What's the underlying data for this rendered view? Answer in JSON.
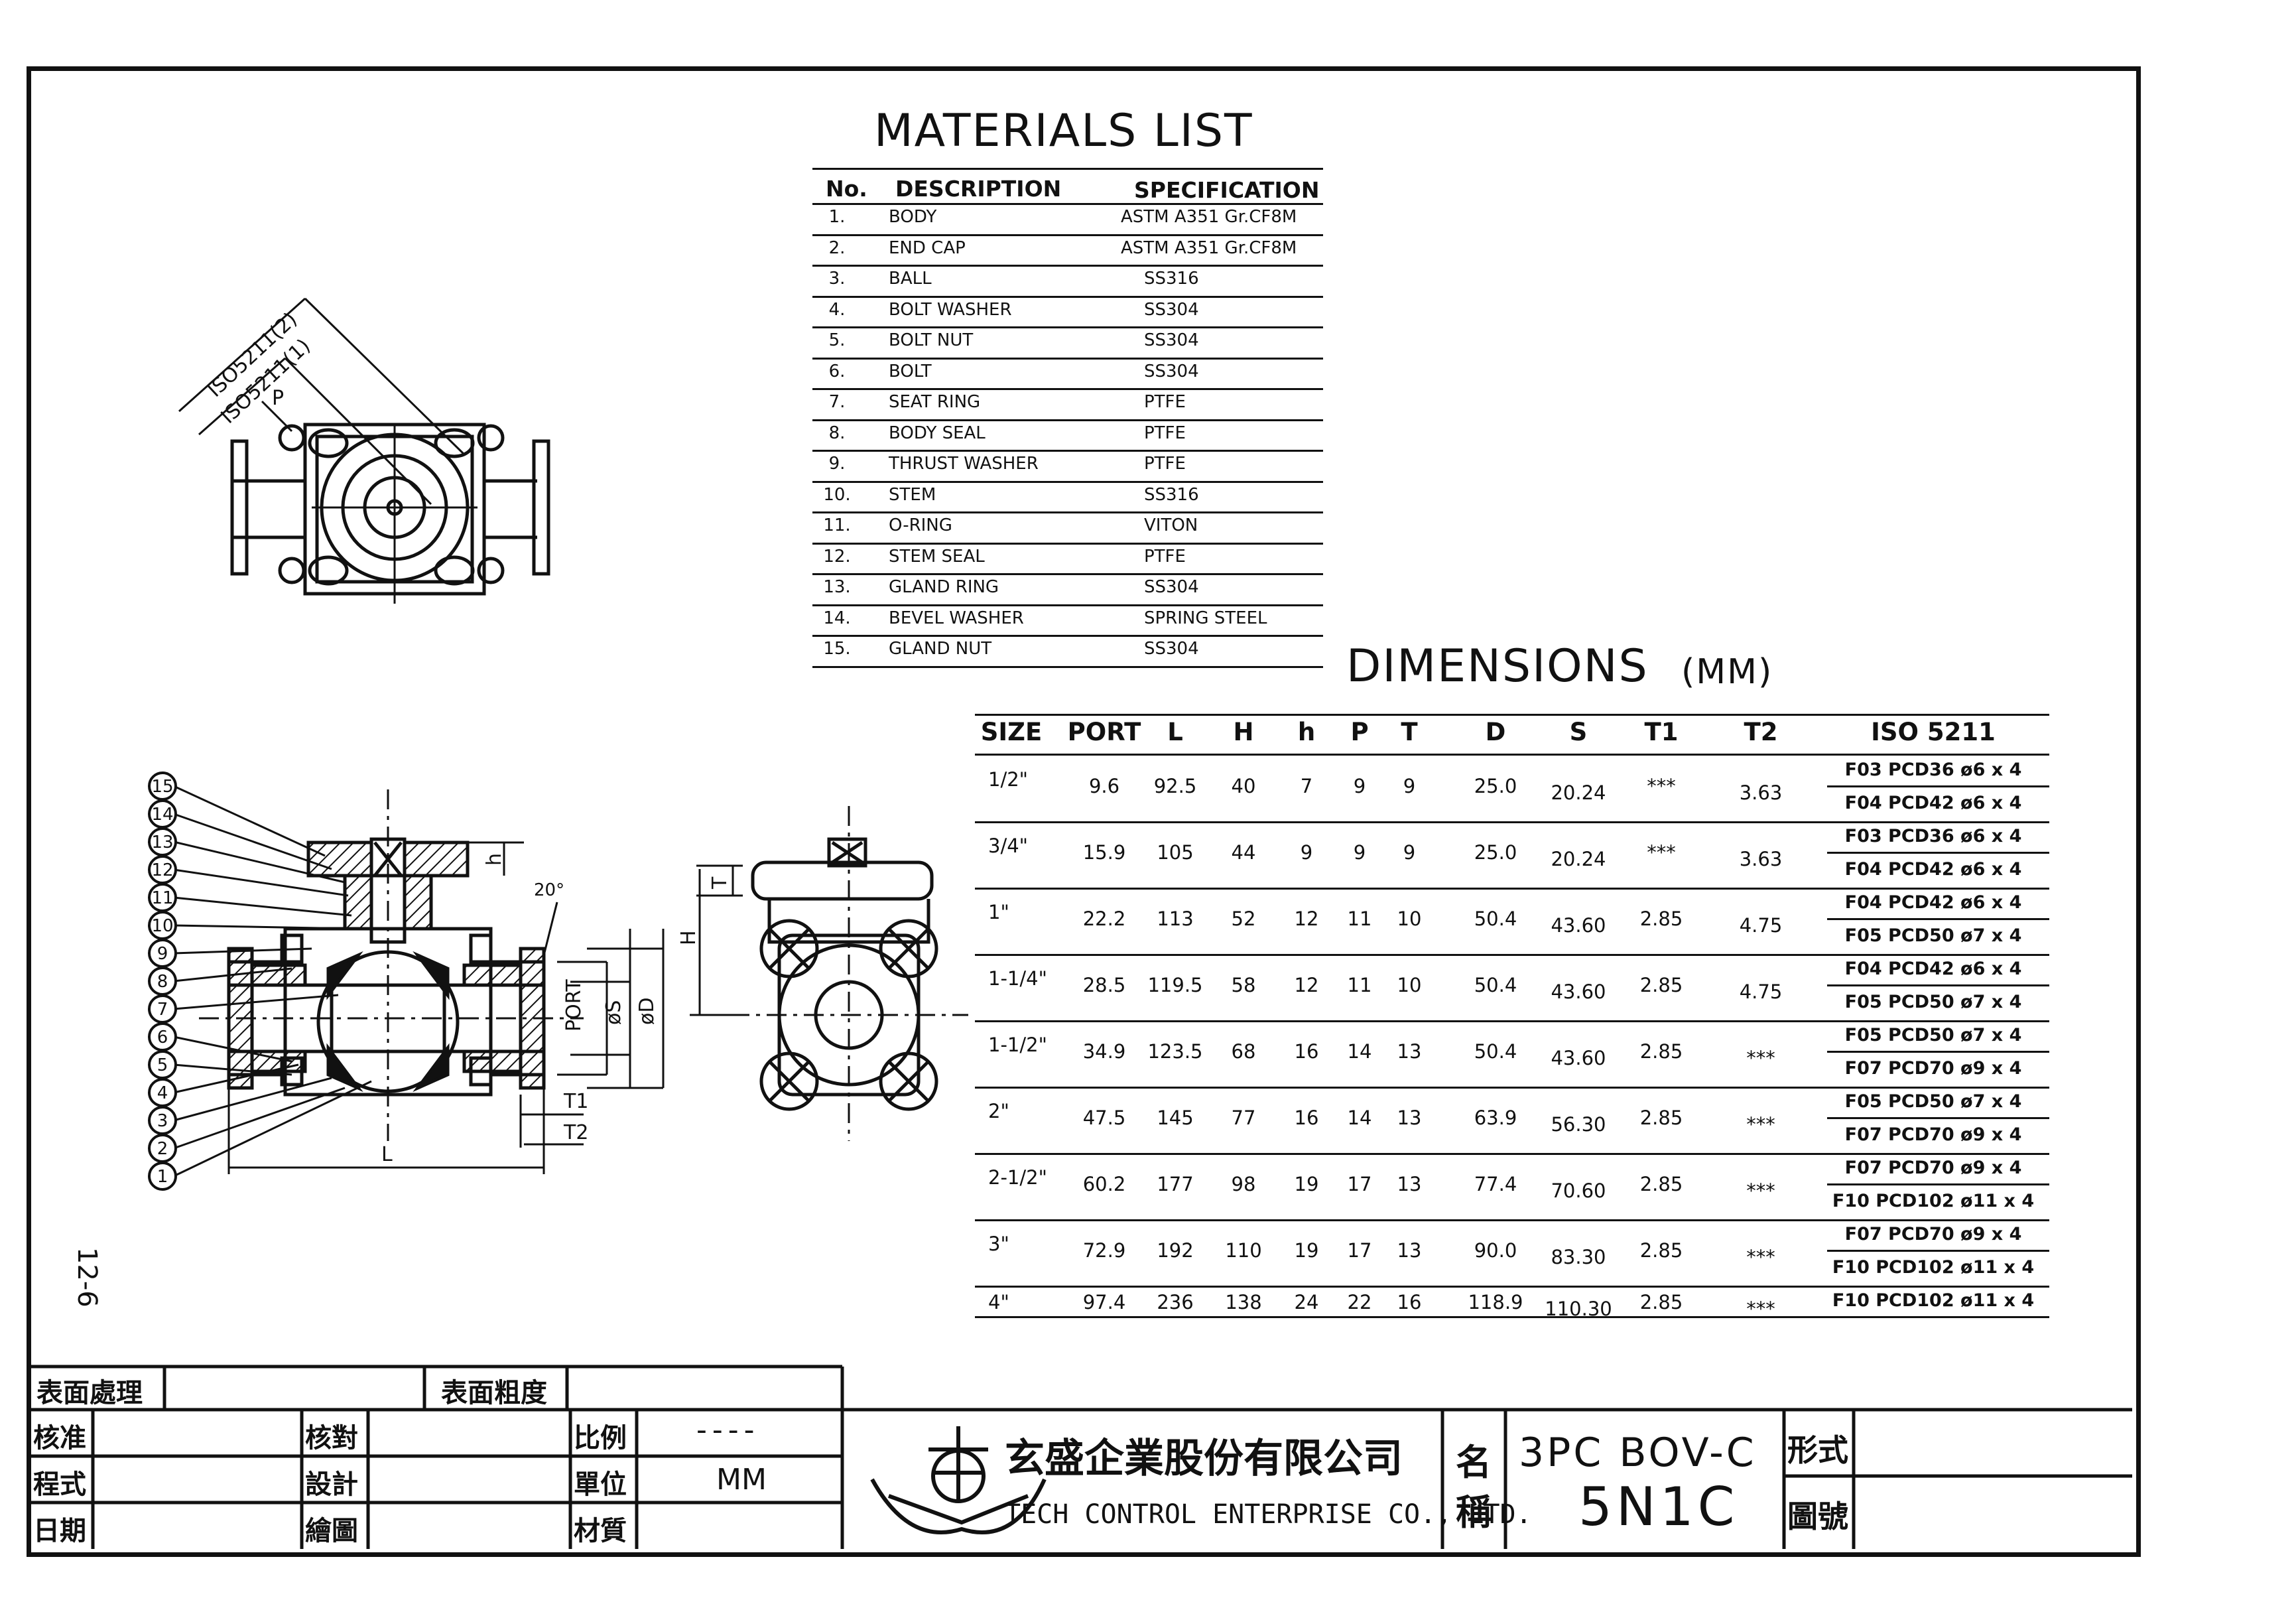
{
  "materials": {
    "title": "MATERIALS  LIST",
    "headers": [
      "No.",
      "DESCRIPTION",
      "SPECIFICATION"
    ],
    "rows": [
      [
        "1.",
        "BODY",
        "ASTM  A351  Gr.CF8M"
      ],
      [
        "2.",
        "END  CAP",
        "ASTM  A351  Gr.CF8M"
      ],
      [
        "3.",
        "BALL",
        "SS316"
      ],
      [
        "4.",
        "BOLT  WASHER",
        "SS304"
      ],
      [
        "5.",
        "BOLT  NUT",
        "SS304"
      ],
      [
        "6.",
        "BOLT",
        "SS304"
      ],
      [
        "7.",
        "SEAT  RING",
        "PTFE"
      ],
      [
        "8.",
        "BODY  SEAL",
        "PTFE"
      ],
      [
        "9.",
        "THRUST  WASHER",
        "PTFE"
      ],
      [
        "10.",
        "STEM",
        "SS316"
      ],
      [
        "11.",
        "O-RING",
        "VITON"
      ],
      [
        "12.",
        "STEM  SEAL",
        "PTFE"
      ],
      [
        "13.",
        "GLAND  RING",
        "SS304"
      ],
      [
        "14.",
        "BEVEL  WASHER",
        "SPRING  STEEL"
      ],
      [
        "15.",
        "GLAND  NUT",
        "SS304"
      ]
    ]
  },
  "dimensions": {
    "title": "DIMENSIONS",
    "unit": "(MM)",
    "headers": [
      "SIZE",
      "PORT",
      "L",
      "H",
      "h",
      "P",
      "T",
      "D",
      "S",
      "T1",
      "T2",
      "ISO  5211"
    ],
    "rows": [
      {
        "cells": [
          "1/2\"",
          "9.6",
          "92.5",
          "40",
          "7",
          "9",
          "9",
          "25.0",
          "20.24",
          "***",
          "3.63"
        ],
        "iso": [
          "F03  PCD36  ø6  x  4",
          "F04  PCD42  ø6  x  4"
        ]
      },
      {
        "cells": [
          "3/4\"",
          "15.9",
          "105",
          "44",
          "9",
          "9",
          "9",
          "25.0",
          "20.24",
          "***",
          "3.63"
        ],
        "iso": [
          "F03  PCD36  ø6  x  4",
          "F04  PCD42  ø6  x  4"
        ]
      },
      {
        "cells": [
          "1\"",
          "22.2",
          "113",
          "52",
          "12",
          "11",
          "10",
          "50.4",
          "43.60",
          "2.85",
          "4.75"
        ],
        "iso": [
          "F04  PCD42  ø6  x  4",
          "F05  PCD50  ø7  x  4"
        ]
      },
      {
        "cells": [
          "1-1/4\"",
          "28.5",
          "119.5",
          "58",
          "12",
          "11",
          "10",
          "50.4",
          "43.60",
          "2.85",
          "4.75"
        ],
        "iso": [
          "F04  PCD42  ø6  x  4",
          "F05  PCD50  ø7  x  4"
        ]
      },
      {
        "cells": [
          "1-1/2\"",
          "34.9",
          "123.5",
          "68",
          "16",
          "14",
          "13",
          "50.4",
          "43.60",
          "2.85",
          "***"
        ],
        "iso": [
          "F05  PCD50  ø7  x  4",
          "F07  PCD70  ø9  x  4"
        ]
      },
      {
        "cells": [
          "2\"",
          "47.5",
          "145",
          "77",
          "16",
          "14",
          "13",
          "63.9",
          "56.30",
          "2.85",
          "***"
        ],
        "iso": [
          "F05  PCD50  ø7  x  4",
          "F07  PCD70  ø9  x  4"
        ]
      },
      {
        "cells": [
          "2-1/2\"",
          "60.2",
          "177",
          "98",
          "19",
          "17",
          "13",
          "77.4",
          "70.60",
          "2.85",
          "***"
        ],
        "iso": [
          "F07  PCD70  ø9  x  4",
          "F10  PCD102  ø11  x  4"
        ]
      },
      {
        "cells": [
          "3\"",
          "72.9",
          "192",
          "110",
          "19",
          "17",
          "13",
          "90.0",
          "83.30",
          "2.85",
          "***"
        ],
        "iso": [
          "F07  PCD70  ø9  x  4",
          "F10  PCD102  ø11  x  4"
        ]
      },
      {
        "cells": [
          "4\"",
          "97.4",
          "236",
          "138",
          "24",
          "22",
          "16",
          "118.9",
          "110.30",
          "2.85",
          "***"
        ],
        "iso": [
          "F10  PCD102  ø11  x  4"
        ]
      }
    ]
  },
  "drawing_labels": {
    "iso1": "ISO5211(1)",
    "iso2": "ISO5211(2)",
    "P": "P",
    "h": "h",
    "angle": "20°",
    "port": "PORT",
    "S": "øS",
    "D": "øD",
    "T1": "T1",
    "T2": "T2",
    "L": "L",
    "H": "H",
    "T": "T",
    "balloons": [
      "15",
      "14",
      "13",
      "12",
      "11",
      "10",
      "9",
      "8",
      "7",
      "6",
      "5",
      "4",
      "3",
      "2",
      "1"
    ],
    "page_no": "12-6"
  },
  "title_block": {
    "surface_treatment": "表面處理",
    "surface_roughness": "表面粗度",
    "approve": "核准",
    "check": "核對",
    "scale_label": "比例",
    "scale_value": "----",
    "form": "程式",
    "design": "設計",
    "unit_label": "單位",
    "unit_value": "MM",
    "date": "日期",
    "draw": "繪圖",
    "material": "材質",
    "company_cn": "玄盛企業股份有限公司",
    "company_en": "TECH  CONTROL  ENTERPRISE  CO.,  LTD.",
    "name_label_1": "名",
    "name_label_2": "稱",
    "product_line1": "3PC  BOV-C",
    "product_line2": "5N1C",
    "type_label": "形式",
    "drawing_no_label": "圖號"
  }
}
